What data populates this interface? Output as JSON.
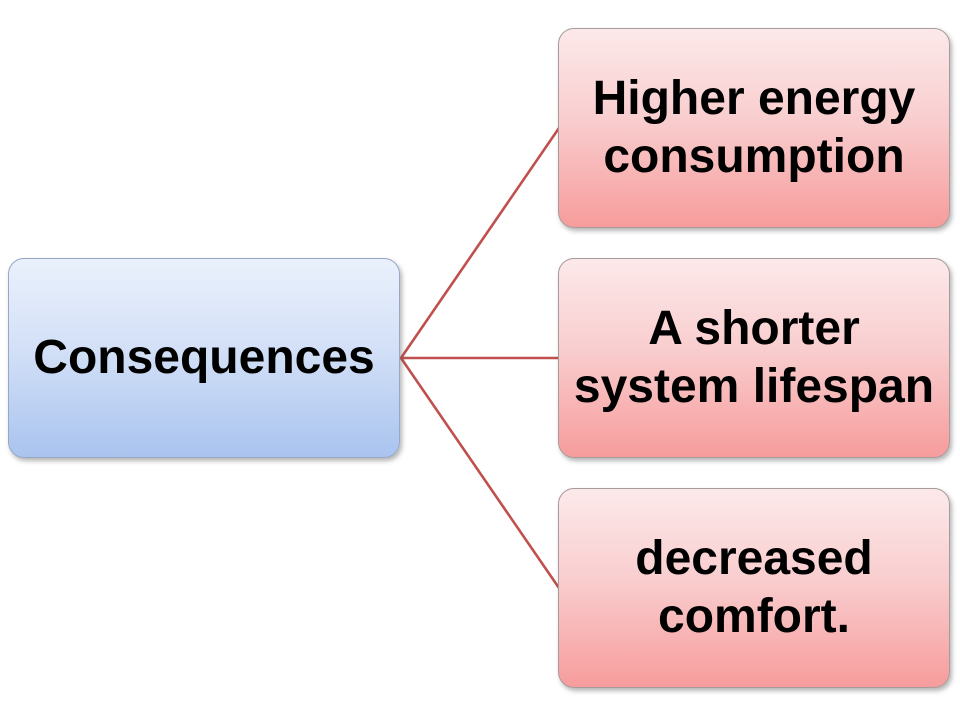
{
  "diagram": {
    "root": {
      "label": "Consequences"
    },
    "children": [
      {
        "label": "Higher energy consumption",
        "lines": [
          "Higher energy",
          "consumption"
        ]
      },
      {
        "label": "A shorter system lifespan",
        "lines": [
          "A shorter",
          "system lifespan"
        ]
      },
      {
        "label": "decreased comfort.",
        "lines": [
          "decreased",
          "comfort."
        ]
      }
    ],
    "colors": {
      "root_fill_top": "#eaf1fc",
      "root_fill_bottom": "#a9c4ef",
      "child_fill_top": "#fce9ea",
      "child_fill_bottom": "#f79c9c",
      "connector": "#c0504d",
      "border": "#9b9b9b",
      "text": "#000000",
      "background": "#ffffff"
    }
  }
}
